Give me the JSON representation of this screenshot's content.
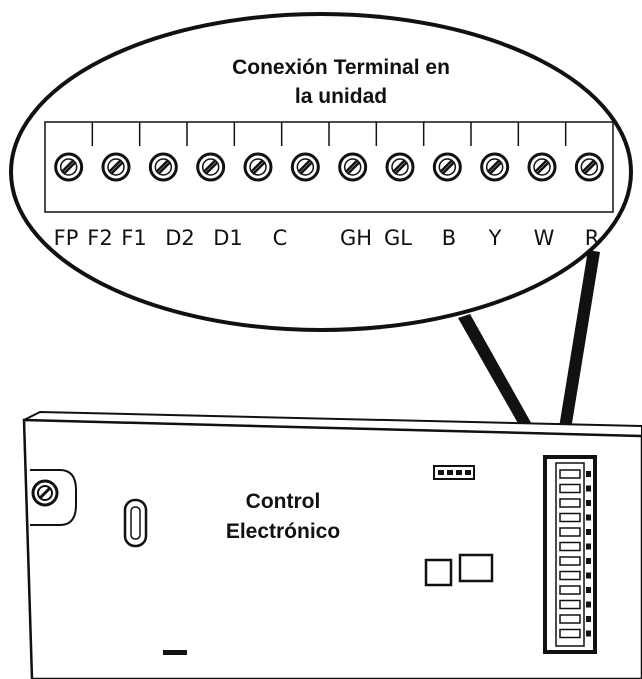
{
  "callout": {
    "title_line1": "Conexión Terminal en",
    "title_line2": "la unidad"
  },
  "terminals": [
    "FP",
    "F2",
    "F1",
    "D2",
    "D1",
    "C",
    "",
    "GH",
    "GL",
    "B",
    "Y",
    "W",
    "R"
  ],
  "control": {
    "line1": "Control",
    "line2": "Electrónico"
  },
  "colors": {
    "stroke": "#111111",
    "background": "#ffffff"
  }
}
